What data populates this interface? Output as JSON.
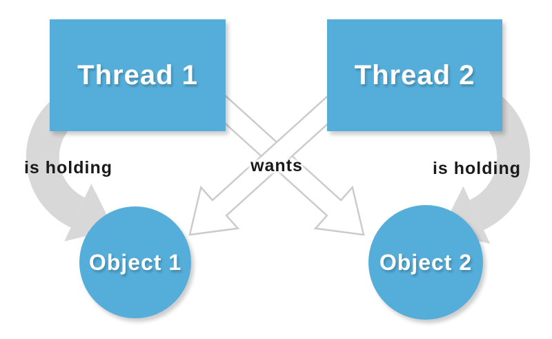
{
  "diagram": {
    "description_label": "deadlock-diagram",
    "nodes": {
      "thread1": {
        "label": "Thread 1",
        "shape": "rectangle"
      },
      "thread2": {
        "label": "Thread 2",
        "shape": "rectangle"
      },
      "object1": {
        "label": "Object 1",
        "shape": "circle"
      },
      "object2": {
        "label": "Object 2",
        "shape": "circle"
      }
    },
    "edges": {
      "holding_left": {
        "label": "is holding",
        "from": "thread1",
        "to": "object1",
        "style": "curved-gray"
      },
      "holding_right": {
        "label": "is holding",
        "from": "thread2",
        "to": "object2",
        "style": "curved-gray"
      },
      "wants_1": {
        "label": "wants",
        "from": "thread1",
        "to": "object2",
        "style": "straight-white-block"
      },
      "wants_2": {
        "label": "wants",
        "from": "thread2",
        "to": "object1",
        "style": "straight-white-block"
      }
    },
    "wants_label": "wants"
  },
  "colors": {
    "background": "#ffffff",
    "node_fill": "#55add9",
    "node_text": "#ffffff",
    "holding_arrow": "#d8d8d8",
    "wants_arrow_fill": "#ffffff",
    "wants_arrow_stroke": "#cbcbcb",
    "label_text": "#1a1a1a"
  }
}
